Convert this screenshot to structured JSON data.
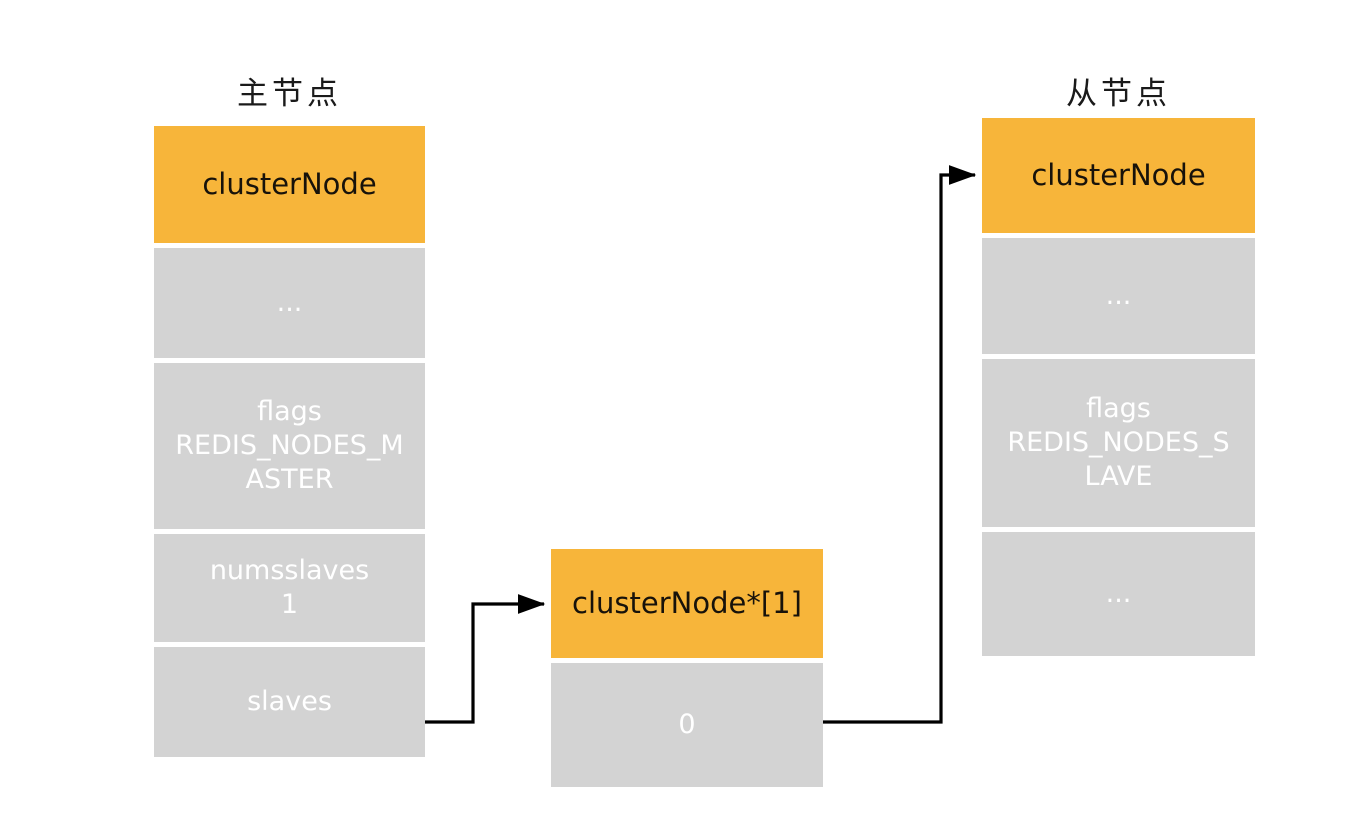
{
  "diagram": {
    "title_master": "主节点",
    "title_slave": "从节点",
    "background": "#ffffff",
    "accent_color": "#f7b53a",
    "cell_color": "#d3d3d3",
    "cell_text_color": "#ffffff",
    "header_text_color": "#17120a",
    "connector_color": "#000000"
  },
  "master_node": {
    "header": "clusterNode",
    "cells": [
      {
        "name": "ellipsis",
        "text": "..."
      },
      {
        "name": "flags",
        "line1": "flags",
        "line2": "REDIS_NODES_M",
        "line3": "ASTER"
      },
      {
        "name": "numsslaves",
        "line1": "numsslaves",
        "line2": "1"
      },
      {
        "name": "slaves",
        "line1": "slaves"
      }
    ]
  },
  "slaves_array": {
    "header": "clusterNode*[1]",
    "cells": [
      {
        "name": "index-0",
        "text": "0"
      }
    ]
  },
  "slave_node": {
    "header": "clusterNode",
    "cells": [
      {
        "name": "ellipsis-top",
        "text": "..."
      },
      {
        "name": "flags",
        "line1": "flags",
        "line2": "REDIS_NODES_S",
        "line3": "LAVE"
      },
      {
        "name": "ellipsis-bottom",
        "text": "..."
      }
    ]
  },
  "connectors": [
    {
      "name": "slaves-to-array",
      "from": "master.slaves",
      "to": "slaves_array.header"
    },
    {
      "name": "array-entry-to-slave",
      "from": "slaves_array.index-0",
      "to": "slave_node.header"
    }
  ]
}
